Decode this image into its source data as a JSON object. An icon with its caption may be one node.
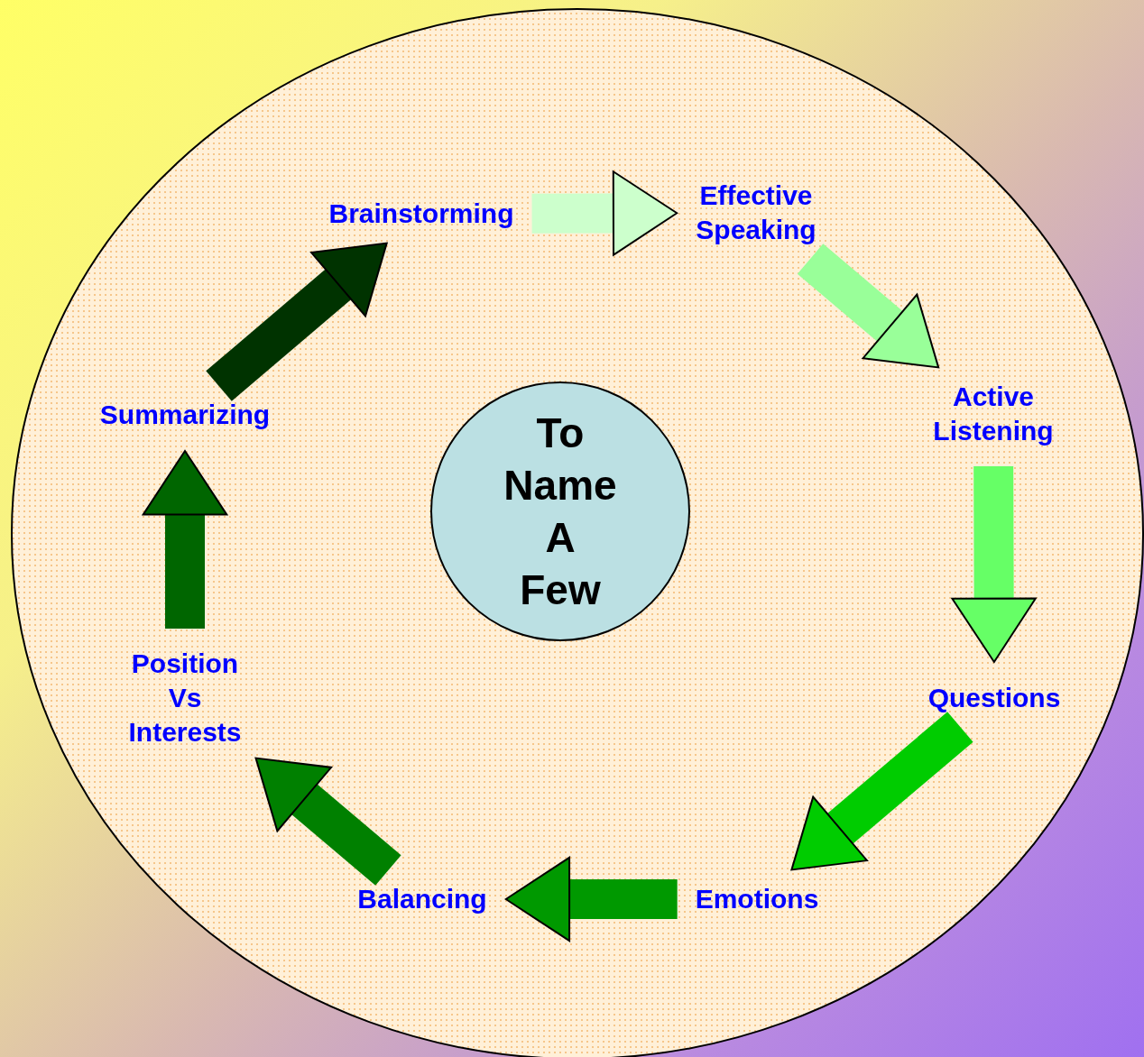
{
  "diagram": {
    "nodes": [
      {
        "text": [
          "To Name A Few"
        ]
      },
      {
        "text": [
          "Brainstorming"
        ]
      },
      {
        "text": [
          "Effective Speaking"
        ]
      },
      {
        "text": [
          "Active Listening"
        ]
      },
      {
        "text": [
          "Questions"
        ]
      },
      {
        "text": [
          "Emotions"
        ]
      },
      {
        "text": [
          "Balancing"
        ]
      },
      {
        "text": [
          "Position Vs Interests"
        ]
      },
      {
        "text": [
          "Summarizing"
        ]
      }
    ],
    "edges": [
      {
        "from": 1,
        "to": 2,
        "arrow": "to",
        "color": "#ccffcc"
      },
      {
        "from": 2,
        "to": 3,
        "arrow": "to",
        "color": "#99ff99"
      },
      {
        "from": 3,
        "to": 4,
        "arrow": "to",
        "color": "#66ff66"
      },
      {
        "from": 4,
        "to": 5,
        "arrow": "to",
        "color": "#00cc00"
      },
      {
        "from": 5,
        "to": 6,
        "arrow": "to",
        "color": "#009900"
      },
      {
        "from": 6,
        "to": 7,
        "arrow": "to",
        "color": "#008000"
      },
      {
        "from": 7,
        "to": 8,
        "arrow": "to",
        "color": "#006600"
      },
      {
        "from": 8,
        "to": 1,
        "arrow": "to",
        "color": "#003300"
      }
    ]
  }
}
